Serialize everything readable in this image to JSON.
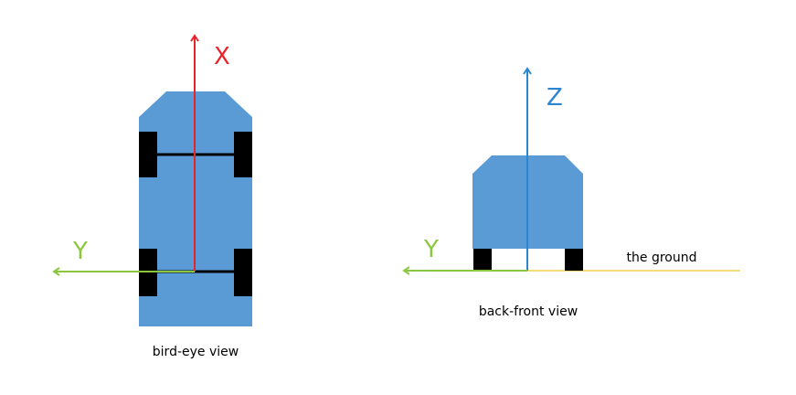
{
  "bird_eye": {
    "caption": "bird-eye view",
    "x_axis_label": "X",
    "y_axis_label": "Y"
  },
  "back_front": {
    "caption": "back-front view",
    "z_axis_label": "Z",
    "y_axis_label": "Y",
    "ground_label": "the ground"
  },
  "colors": {
    "car_body": "#5b9bd5",
    "wheel": "#000000",
    "x_axis": "#e8232a",
    "y_axis": "#8cc63f",
    "z_axis": "#2a86d1",
    "ground": "#f2d14b"
  }
}
